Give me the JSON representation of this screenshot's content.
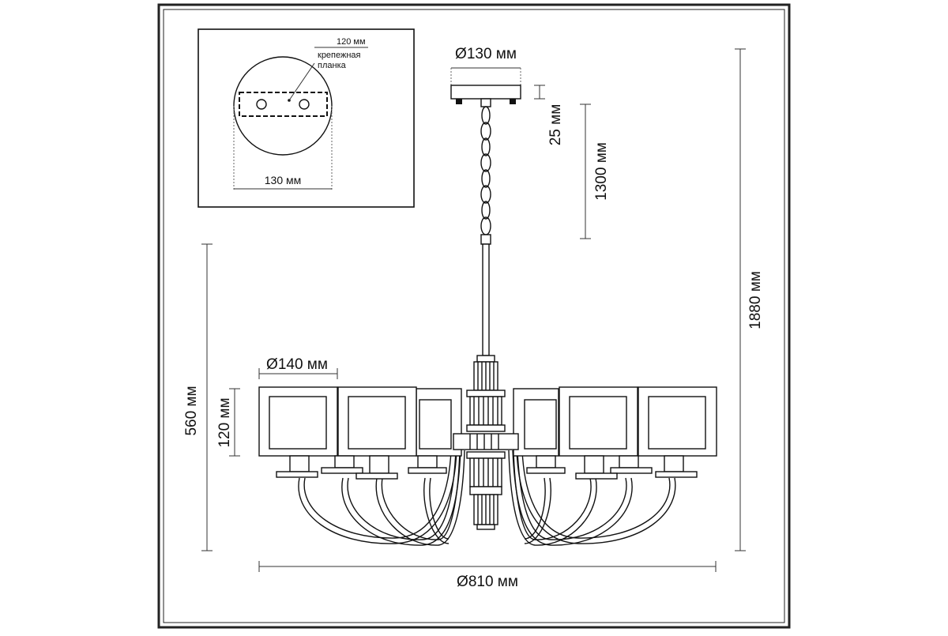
{
  "inset": {
    "dim_plate": "120 мм",
    "plate_label_line1": "крепежная",
    "plate_label_line2": "планка",
    "dim_canopy": "130 мм"
  },
  "dims": {
    "canopy_diameter": "Ø130 мм",
    "canopy_height": "25 мм",
    "chain_length": "1300 мм",
    "total_height": "1880 мм",
    "body_height": "560 мм",
    "shade_height": "120 мм",
    "shade_diameter": "Ø140 мм",
    "overall_diameter": "Ø810 мм"
  },
  "colors": {
    "line": "#111111",
    "frame": "#222222",
    "background": "#ffffff"
  }
}
